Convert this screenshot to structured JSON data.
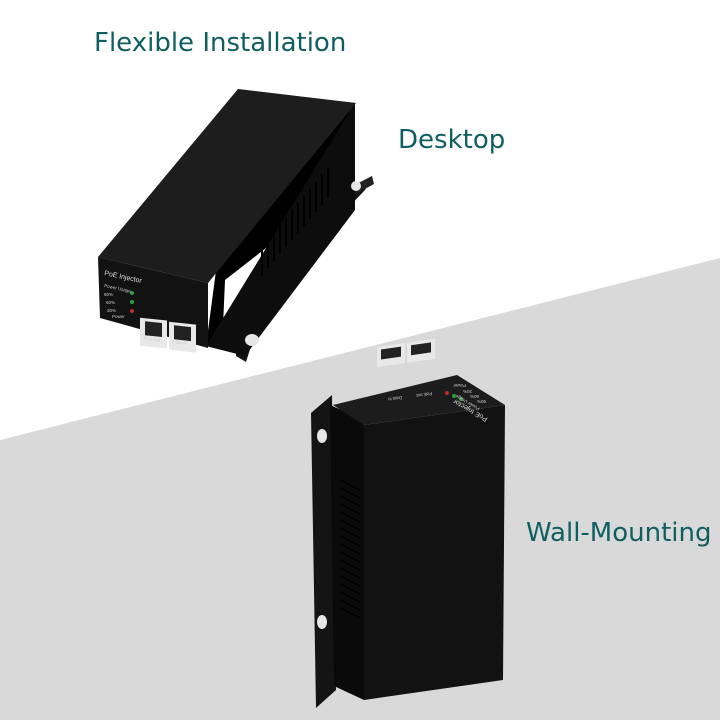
{
  "heading": "Flexible Installation",
  "options": {
    "desktop_label": "Desktop",
    "wall_label": "Wall-Mounting"
  },
  "device_labels": {
    "name": "PoE Injector",
    "power_usage": "Power Usage",
    "level_90": "90%",
    "level_60": "60%",
    "level_30": "30%",
    "power": "Power",
    "poe_out": "PoE out",
    "data_in": "Data in"
  },
  "colors": {
    "heading_teal": "#0f5f61",
    "background_gray": "#d9d9d9",
    "device_body": "#1b1b1b",
    "led_green": "#2e9e3a",
    "led_red": "#c02a2a"
  }
}
